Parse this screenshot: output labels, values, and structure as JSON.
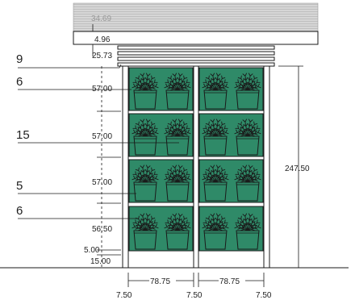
{
  "colors": {
    "panel_fill": "#2f8a68",
    "pot_fill": "#2f8a68",
    "plant_fill": "#2f8a68",
    "roof_fill": "#d2d2d2",
    "line": "#1a1a1a"
  },
  "top_dimensions": {
    "roof_height": "34.69",
    "cap_height": "4.96",
    "slat_height": "25.73"
  },
  "left_callouts": [
    "9",
    "6",
    "15",
    "5",
    "6"
  ],
  "row_heights": [
    "57.00",
    "57.00",
    "57.00",
    "56.50"
  ],
  "bottom_gaps": [
    "5.00",
    "15.00"
  ],
  "overall_height": "247.50",
  "column_widths": [
    "78.75",
    "78.75"
  ],
  "post_widths": [
    "7.50",
    "7.50",
    "7.50"
  ],
  "grid": {
    "columns": 2,
    "rows": 4,
    "pots_per_panel": 2
  }
}
